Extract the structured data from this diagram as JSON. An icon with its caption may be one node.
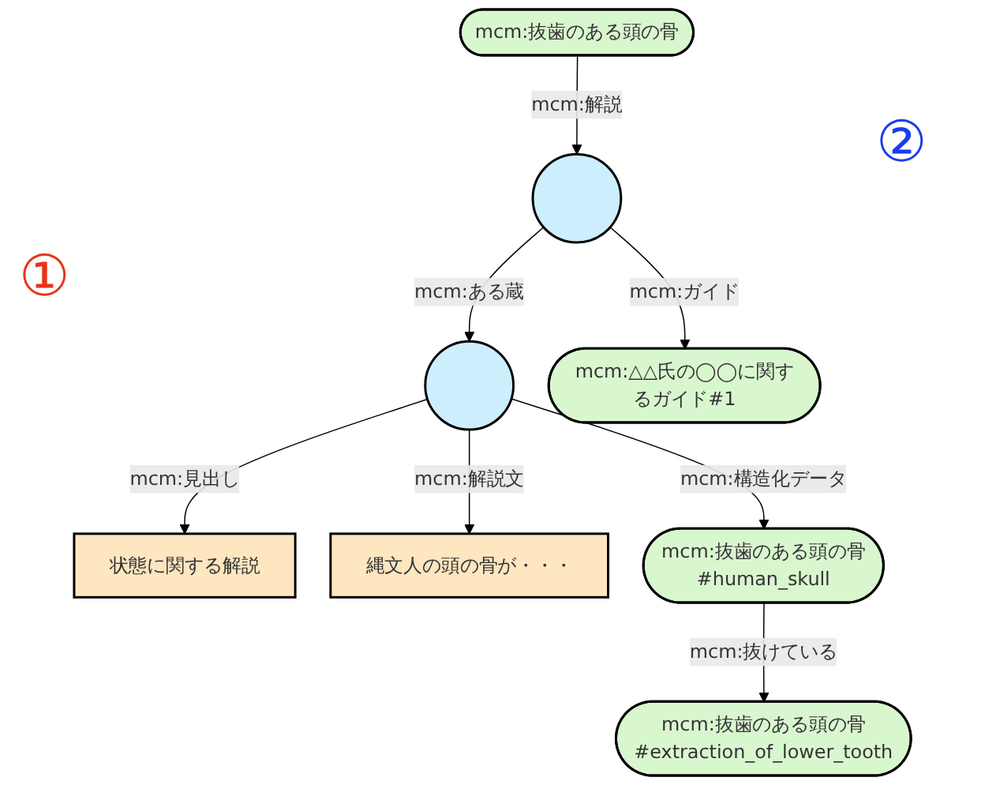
{
  "diagram": {
    "nodes": [
      {
        "text": [
          "mcm:抜歯のある頭の骨"
        ]
      },
      {
        "text": [],
        "shape": "circle"
      },
      {
        "text": [],
        "shape": "circle"
      },
      {
        "text": [
          "mcm:△△氏の◯◯に関するガイド#1"
        ]
      },
      {
        "text": [
          "状態に関する解説"
        ]
      },
      {
        "text": [
          "mcm:抜歯のある頭の骨",
          "#human_skull"
        ]
      },
      {
        "text": [
          "縄文人の頭の骨が・・・"
        ]
      },
      {
        "text": [
          "mcm:抜歯のある頭の骨",
          "#extraction_of_lower_tooth"
        ]
      }
    ],
    "edges": [
      {
        "from": 0,
        "to": 1,
        "arrow": "to",
        "label": "mcm:解説"
      },
      {
        "from": 1,
        "to": 2,
        "arrow": "to",
        "label": "mcm:ある蔵"
      },
      {
        "from": 1,
        "to": 3,
        "arrow": "to",
        "label": "mcm:ガイド"
      },
      {
        "from": 2,
        "to": 4,
        "arrow": "to",
        "label": "mcm:見出し"
      },
      {
        "from": 2,
        "to": 5,
        "arrow": "to",
        "label": "mcm:構造化データ"
      },
      {
        "from": 2,
        "to": 6,
        "arrow": "to",
        "label": "mcm:解説文"
      },
      {
        "from": 5,
        "to": 7,
        "arrow": "to",
        "label": "mcm:抜けている"
      }
    ],
    "labels": [
      "②",
      "①"
    ]
  }
}
